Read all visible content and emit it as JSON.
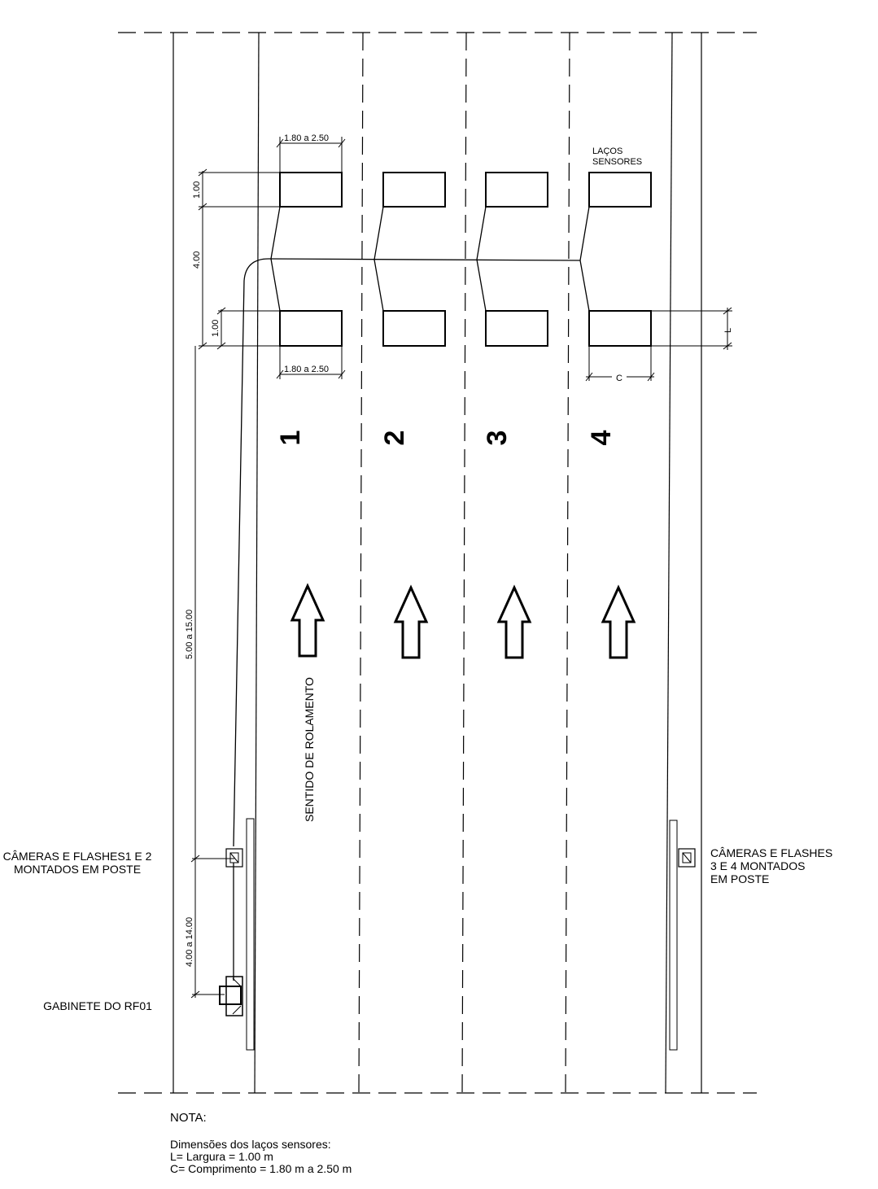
{
  "labels": {
    "lacos_sensores_1": "LAÇOS",
    "lacos_sensores_2": "SENSORES",
    "sentido": "SENTIDO DE ROLAMENTO",
    "cameras_left_1": "CÂMERAS E FLASHES1 E 2",
    "cameras_left_2": "MONTADOS EM POSTE",
    "cameras_right_1": "CÂMERAS E FLASHES",
    "cameras_right_2": "3 E 4 MONTADOS",
    "cameras_right_3": "EM POSTE",
    "gabinete": "GABINETE DO RF01"
  },
  "lanes": [
    "1",
    "2",
    "3",
    "4"
  ],
  "dimensions": {
    "loop_length_top": "1.80  a  2.50",
    "loop_length_bottom": "1.80  a  2.50",
    "loop_width_top": "1.00",
    "loop_spacing": "4.00",
    "loop_width_bottom": "1.00",
    "distance_to_camera": "5.00  a  15.00",
    "camera_to_cabinet": "4.00  a  14.00",
    "L": "L",
    "C": "C"
  },
  "note": {
    "title": "NOTA:",
    "line1": "Dimensões dos laços sensores:",
    "line2": "L= Largura = 1.00 m",
    "line3": "C= Comprimento = 1.80 m  a 2.50 m"
  }
}
